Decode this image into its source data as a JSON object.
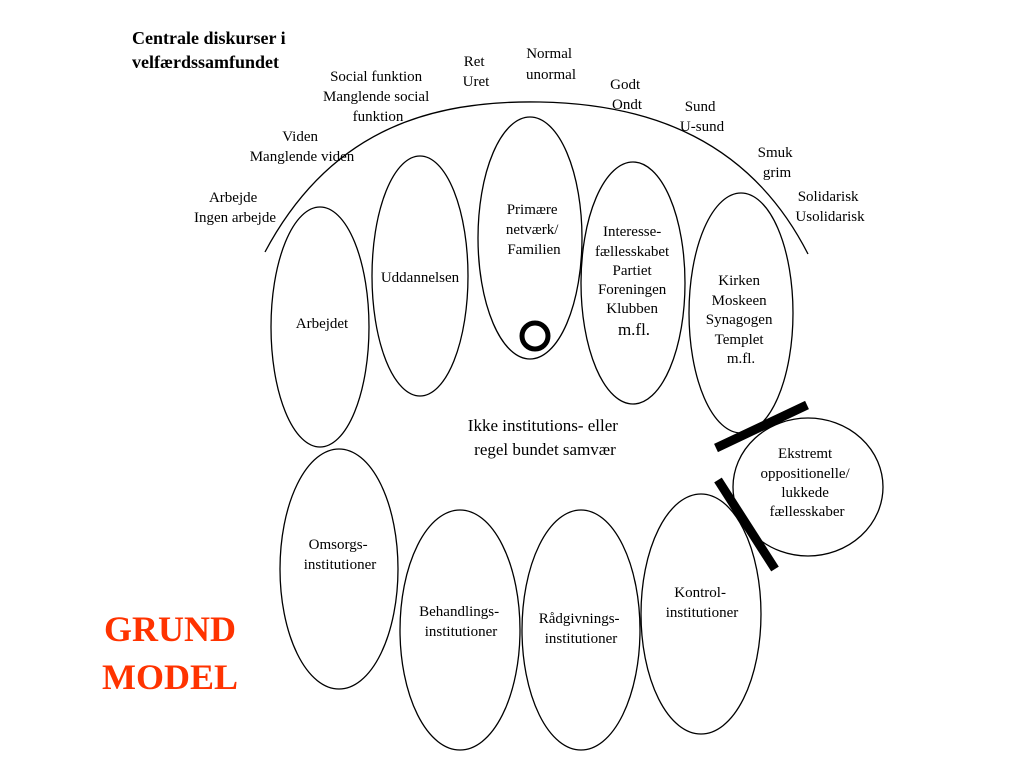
{
  "title": {
    "line1": "Centrale diskurser i",
    "line2": "velfærdssamfundet"
  },
  "arc_labels": [
    {
      "id": "ret",
      "lines": [
        "Ret",
        "Uret"
      ]
    },
    {
      "id": "normal",
      "lines": [
        "Normal",
        "unormal"
      ]
    },
    {
      "id": "godt",
      "lines": [
        "Godt",
        "Ondt"
      ]
    },
    {
      "id": "social",
      "lines": [
        "Social funktion",
        "Manglende social",
        "funktion"
      ]
    },
    {
      "id": "sund",
      "lines": [
        "Sund",
        "U-sund"
      ]
    },
    {
      "id": "viden",
      "lines": [
        "Viden",
        "Manglende viden"
      ]
    },
    {
      "id": "smuk",
      "lines": [
        "Smuk",
        "grim"
      ]
    },
    {
      "id": "arbejde",
      "lines": [
        "Arbejde",
        "Ingen arbejde"
      ]
    },
    {
      "id": "solidarisk",
      "lines": [
        "Solidarisk",
        "Usolidarisk"
      ]
    }
  ],
  "upper_ovals": [
    {
      "id": "arbejdet",
      "lines": [
        "Arbejdet"
      ]
    },
    {
      "id": "uddannelsen",
      "lines": [
        "Uddannelsen"
      ]
    },
    {
      "id": "primaere",
      "lines": [
        "Primære",
        "netværk/",
        "Familien"
      ]
    },
    {
      "id": "interesse",
      "lines": [
        "Interesse-",
        "fællesskabet",
        "Partiet",
        "Foreningen",
        "Klubben",
        "m.fl."
      ]
    },
    {
      "id": "kirken",
      "lines": [
        "Kirken",
        "Moskeen",
        "Synagogen",
        "Templet",
        "m.fl."
      ]
    }
  ],
  "center_text": {
    "line1": "Ikke institutions- eller",
    "line2": "regel bundet samvær"
  },
  "lower_ovals": [
    {
      "id": "omsorg",
      "lines": [
        "Omsorgs-",
        "institutioner"
      ]
    },
    {
      "id": "behandling",
      "lines": [
        "Behandlings-",
        "institutioner"
      ]
    },
    {
      "id": "raadgivning",
      "lines": [
        "Rådgivnings-",
        "institutioner"
      ]
    },
    {
      "id": "kontrol",
      "lines": [
        "Kontrol-",
        "institutioner"
      ]
    }
  ],
  "side_oval": {
    "lines": [
      "Ekstremt",
      "oppositionelle/",
      "lukkede",
      "fællesskaber"
    ]
  },
  "grund_model": {
    "line1": "GRUND",
    "line2": "MODEL",
    "color": "#ff3300"
  }
}
